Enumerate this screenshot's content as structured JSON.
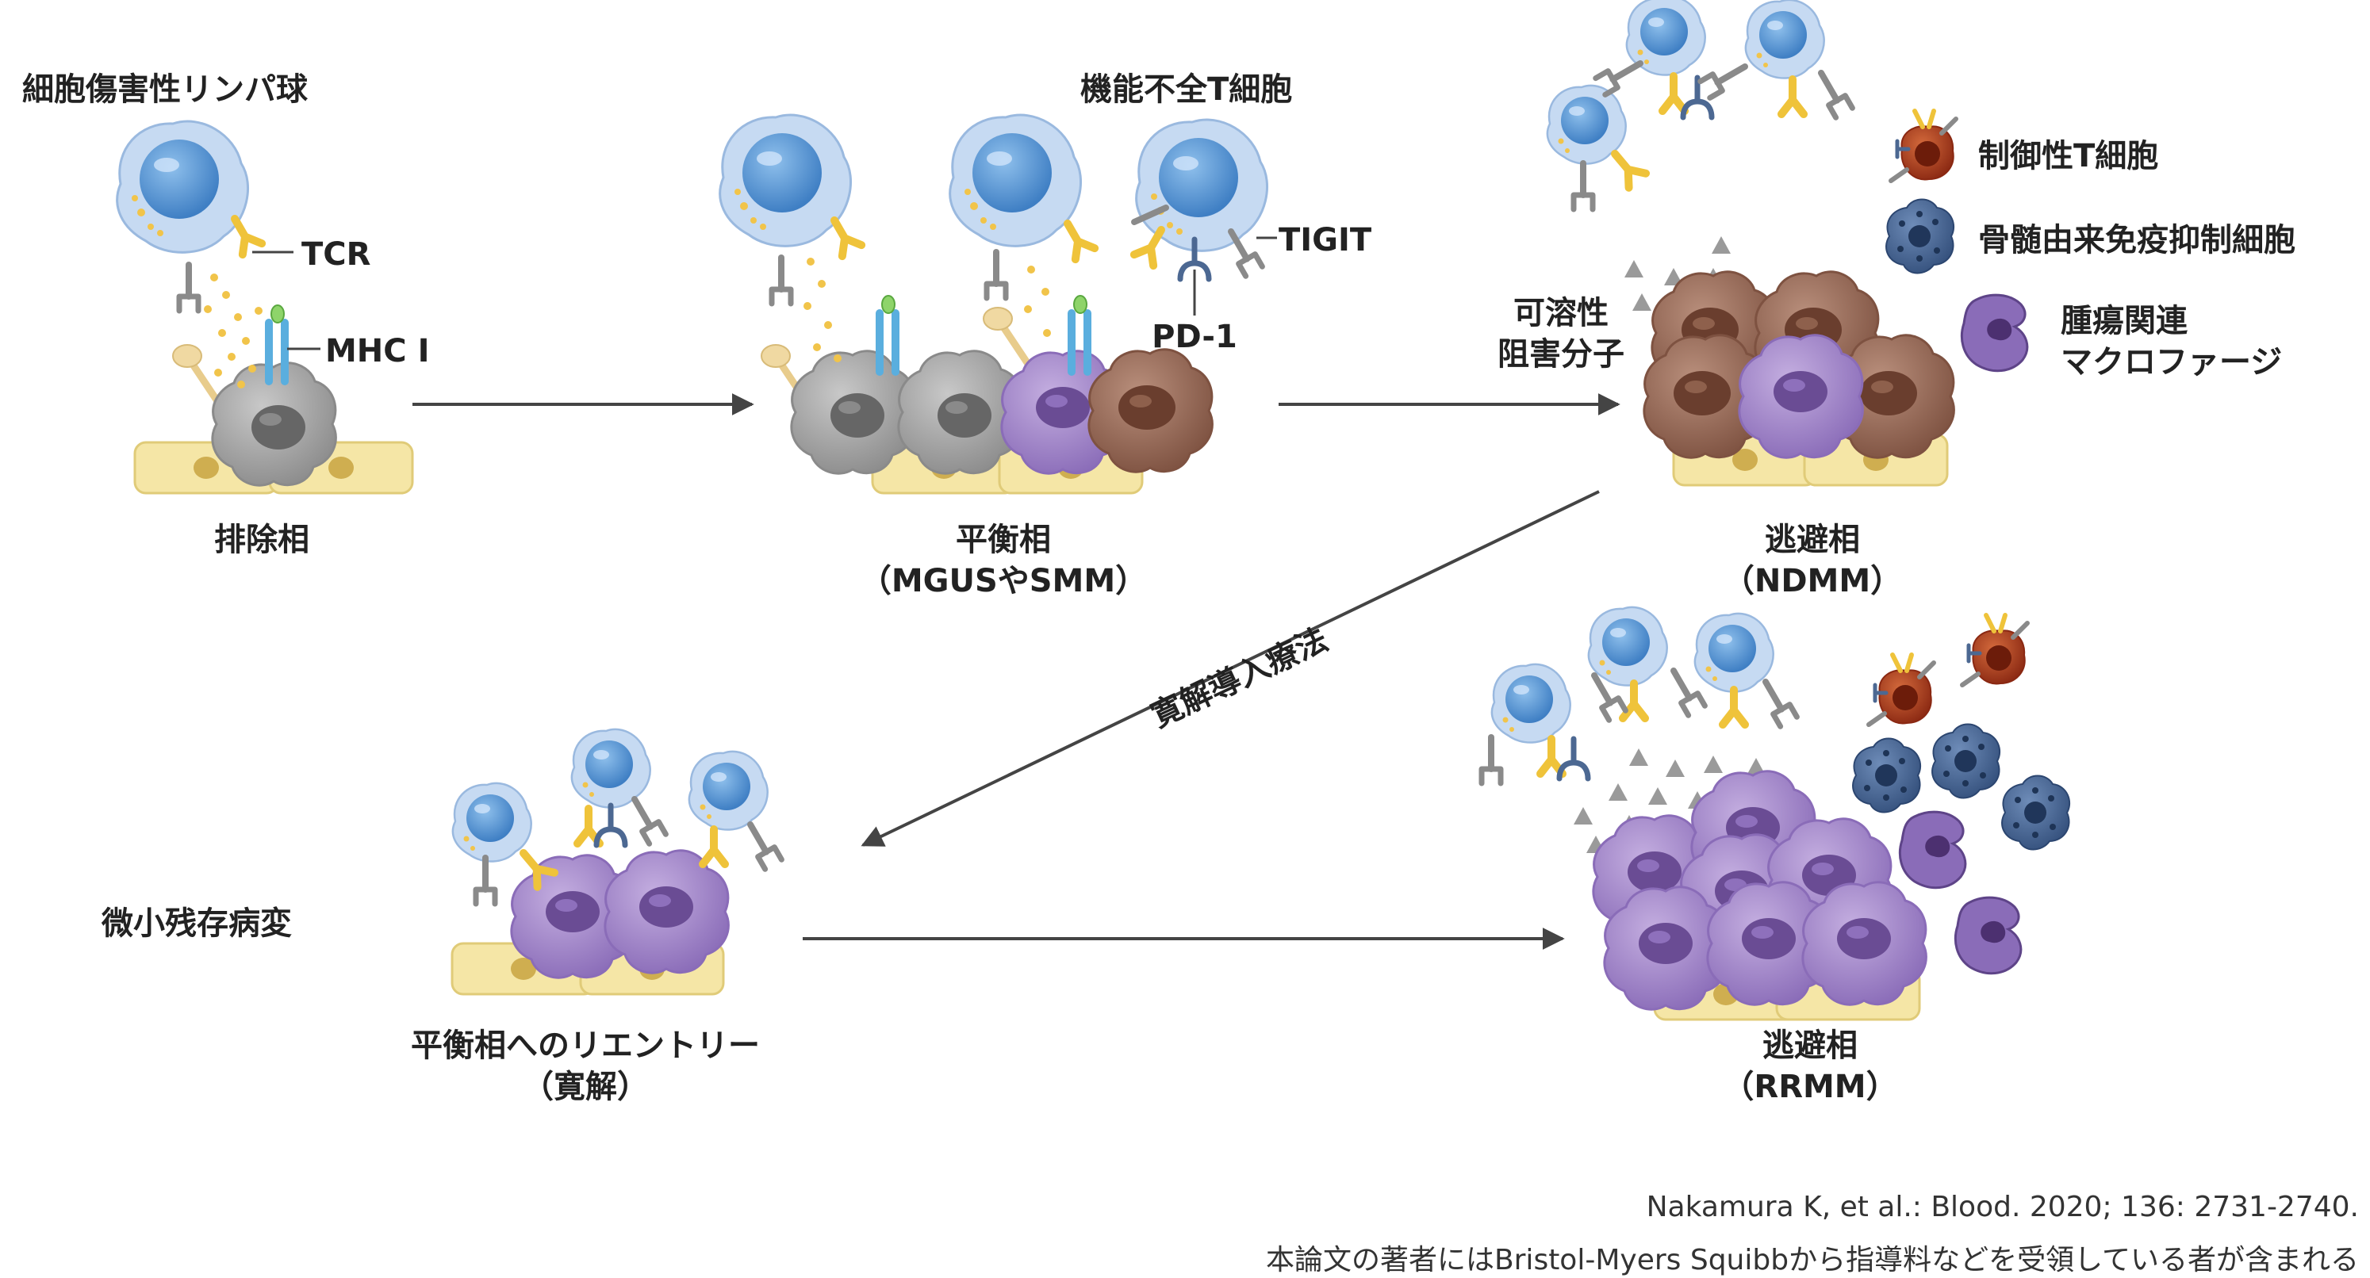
{
  "phases": {
    "elimination": {
      "title": "細胞傷害性リンパ球",
      "tcr": "TCR",
      "mhc": "MHC I",
      "caption": "排除相"
    },
    "equilibrium": {
      "title": "機能不全T細胞",
      "tigit": "TIGIT",
      "pd1": "PD-1",
      "caption_line1": "平衡相",
      "caption_line2": "（MGUSやSMM）"
    },
    "escape_ndmm": {
      "soluble_line1": "可溶性",
      "soluble_line2": "阻害分子",
      "caption_line1": "逃避相",
      "caption_line2": "（NDMM）"
    },
    "mrd": {
      "label": "微小残存病変",
      "caption_line1": "平衡相へのリエントリー",
      "caption_line2": "（寛解）"
    },
    "escape_rrmm": {
      "caption_line1": "逃避相",
      "caption_line2": "（RRMM）"
    }
  },
  "arrow_label": "寛解導入療法",
  "legend": [
    {
      "label": "制御性T細胞",
      "icon": "treg-icon",
      "color": "#a83a1e"
    },
    {
      "label": "骨髄由来免疫抑制細胞",
      "icon": "mdsc-icon",
      "color": "#3a5a86"
    },
    {
      "label_line1": "腫瘍関連",
      "label_line2": "マクロファージ",
      "icon": "tam-icon",
      "color": "#6a4a8a"
    }
  ],
  "citation": {
    "line1": "Nakamura K, et al.: Blood. 2020; 136: 2731-2740.",
    "line2": "本論文の著者にはBristol-Myers Squibbから指導料などを受領している者が含まれる"
  }
}
